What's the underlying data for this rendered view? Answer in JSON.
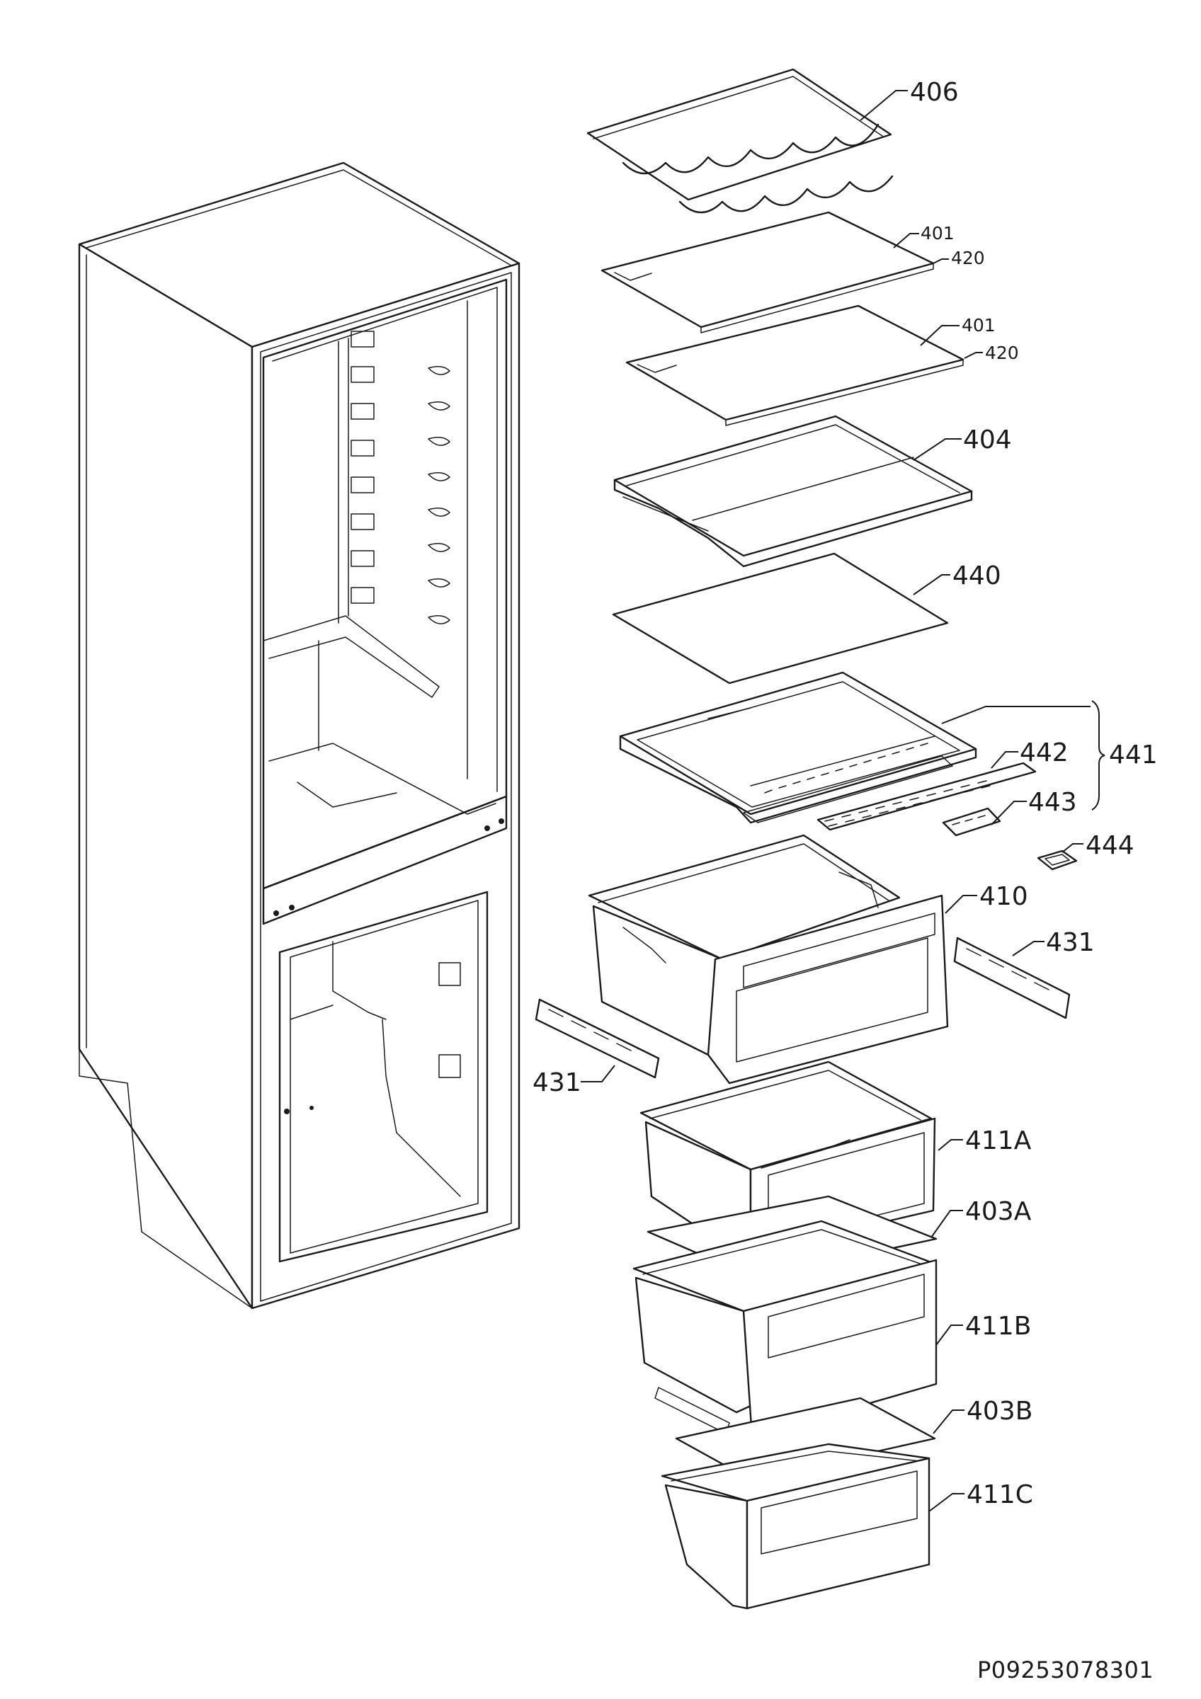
{
  "drawing": {
    "reference": "P09253078301"
  },
  "labels": {
    "p406": "406",
    "p401a": "401",
    "p420a": "420",
    "p401b": "401",
    "p420b": "420",
    "p404": "404",
    "p440": "440",
    "p442": "442",
    "p441": "441",
    "p443": "443",
    "p444": "444",
    "p410": "410",
    "p431r": "431",
    "p431l": "431",
    "p411A": "411A",
    "p403A": "403A",
    "p411B": "411B",
    "p403B": "403B",
    "p411C": "411C"
  }
}
